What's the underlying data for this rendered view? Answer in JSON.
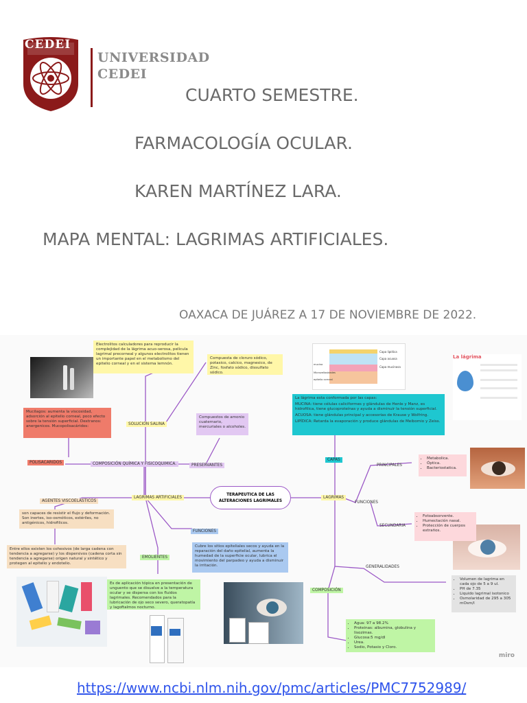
{
  "header": {
    "logo_text": "CEDEI",
    "university_line1": "UNIVERSIDAD",
    "university_line2": "CEDEI",
    "semester": "CUARTO SEMESTRE.",
    "course": "FARMACOLOGÍA OCULAR.",
    "student": "KAREN MARTÍNEZ LARA.",
    "topic": "MAPA MENTAL: LAGRIMAS ARTIFICIALES.",
    "date": "OAXACA DE JUÁREZ A 17 DE NOVIEMBRE DE 2022."
  },
  "mindmap": {
    "center": "TERAPEUTICA DE LAS ALTERACIONES LAGRIMALES",
    "left": {
      "main_label": "LAGRIMAS ARTIFICIALES",
      "solucion_salina": "SOLUCION SALINA",
      "electrolitos_note": "Electrolitos calculadores para reproducir la complejidad de la lágrima acuo-serosa, película lagrimal precorneal y algunos electrolitos tienen un importante papel en el metabolismo del epitelio corneal y en el sistema lemnón.",
      "cloruro_note": "Compuesta de cloruro sódico, potasico, calcico, magnesico, de Zinc, fosfato sódico, dissulfato sódico.",
      "composicion": "COMPOSICIÓN QUÍMICA Y FISICOQUIMICA.",
      "polisacaridos": "POLISACARIDOS",
      "mucilagos_note": "Mucilagos: aumenta la viscosidad, adsorción al epitelio corneal, poco efecto sobre la tensión superficial. Dextranos: anergenicos. Mucopolisacáridos:",
      "preservantes": "PRESERVANTES",
      "amonio_note": "Compuestos de amonio cuaternario, mercuriales o alcoholes.",
      "agentes": "AGENTES VISCOELASTICOS",
      "viscoelastic_note": "son capaces de resistir el flujo y deformación. Son inertes, iso-osmóticos, estériles, no antigénicos, hidrofilicos.",
      "cohesivos_note": "Entre ellos existen los cohesivos (de larga cadena con tendencia a agregarse) y los dispersivos (cadena corta sin tendencia a agregarse) origen natural y sintético y protegen al epitelio y endotelio.",
      "funciones": "FUNCIONES",
      "funciones_note": "Cubre los sitios epiteliales secos y ayuda en la reparación del daño epitelial, aumenta la humedad de la superficie ocular, lubrica el movimiento del parpadeo y ayuda a disminuir la irritación.",
      "emolientes": "EMOLIENTES",
      "emolientes_note": "Es de aplicación tópica en presentación de unguento que se disuelve a la temperatura ocular y se dispersa con los fluidos lagrimales. Recomendados para la lubricación de ojo seco severo, queratopatía y lagoftalmos nocturno."
    },
    "right": {
      "main_label": "LAGRIMAS",
      "capas": "CAPAS",
      "capas_note_intro": "La lágrima esta conformada por las capas:",
      "mucina": "MUCINA: tiene células caliciformes y glándulas de Henle y Manz, es hidrofilica, tiene glucoproteínas y ayuda a disminuir la tensión superficial.",
      "acuosa": "ACUOSA: tiene glándulas principal y accesorias de Krause y Wolfring.",
      "lipidica": "LIPÍDICA: Retarda la evaporación y produce glándulas de Meibomio y Zeiss.",
      "funciones": "FUNCIONES",
      "principales": "PRINCIPALES",
      "principales_items": [
        "Metabolica.",
        "Óptica.",
        "Bacteriostatica."
      ],
      "secundaria": "SECUNDARIA",
      "secundaria_items": [
        "Fotoabsorvente.",
        "Humectación nasal.",
        "Protección de cuerpos extraños."
      ],
      "generalidades": "GENERALIDADES",
      "generalidades_items": [
        "Volumen de lagrima en cada ojo de 5 a 9 ul.",
        "PH de 7.35",
        "Liquido lagrimal isotonico",
        "Osmolaridad de 295 a 305 mOsm/l"
      ],
      "composicion": "COMPOSICIÓN",
      "composicion_items": [
        "Agua: 97 a 98.2%",
        "Proteinas: albumina, globulina y lisozimas.",
        "Glucosa:5 mg/dl",
        "Urea.",
        "Sodio, Potasio y Cloro."
      ],
      "diagram_title": "La lágrima",
      "layer_labels": [
        "Capa lipídica",
        "Capa acuosa",
        "Capa mucinosa"
      ],
      "diagram_left_labels": [
        "mucina",
        "Microvellosidades",
        "epitelio corneal"
      ]
    },
    "watermark": "miro"
  },
  "footer": {
    "link": "https://www.ncbi.nlm.nih.gov/pmc/articles/PMC7752989/"
  },
  "colors": {
    "accent_red": "#8b1a1a",
    "link_blue": "#2f54eb",
    "branch_purple": "#9b58c6"
  }
}
